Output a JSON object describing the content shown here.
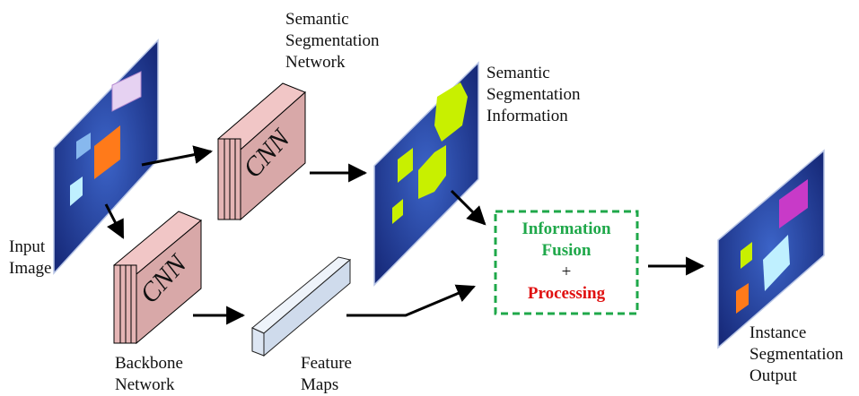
{
  "labels": {
    "input_image": [
      "Input",
      "Image"
    ],
    "semantic_network": [
      "Semantic",
      "Segmentation",
      "Network"
    ],
    "semantic_info": [
      "Semantic",
      "Segmentation",
      "Information"
    ],
    "backbone": [
      "Backbone",
      "Network"
    ],
    "feature_maps": [
      "Feature",
      "Maps"
    ],
    "instance_output": [
      "Instance",
      "Segmentation",
      "Output"
    ]
  },
  "cnn_text": "CNN",
  "fusion": {
    "line1": "Information",
    "line2": "Fusion",
    "plus": "+",
    "line3": "Processing"
  },
  "colors": {
    "image_blue": "#2a4fb0",
    "cnn_fill": "#e2b2b2",
    "feature_fill": "#dce7f4",
    "green_text": "#1fa84a",
    "red_text": "#e01010",
    "dashed_border": "#1fa84a",
    "semantic_region": "#c8f000",
    "instance_magenta": "#c83ac8",
    "instance_cyan": "#bff0ff",
    "input_orange": "#ff7a1a",
    "input_lilac": "#e6d2f2"
  }
}
